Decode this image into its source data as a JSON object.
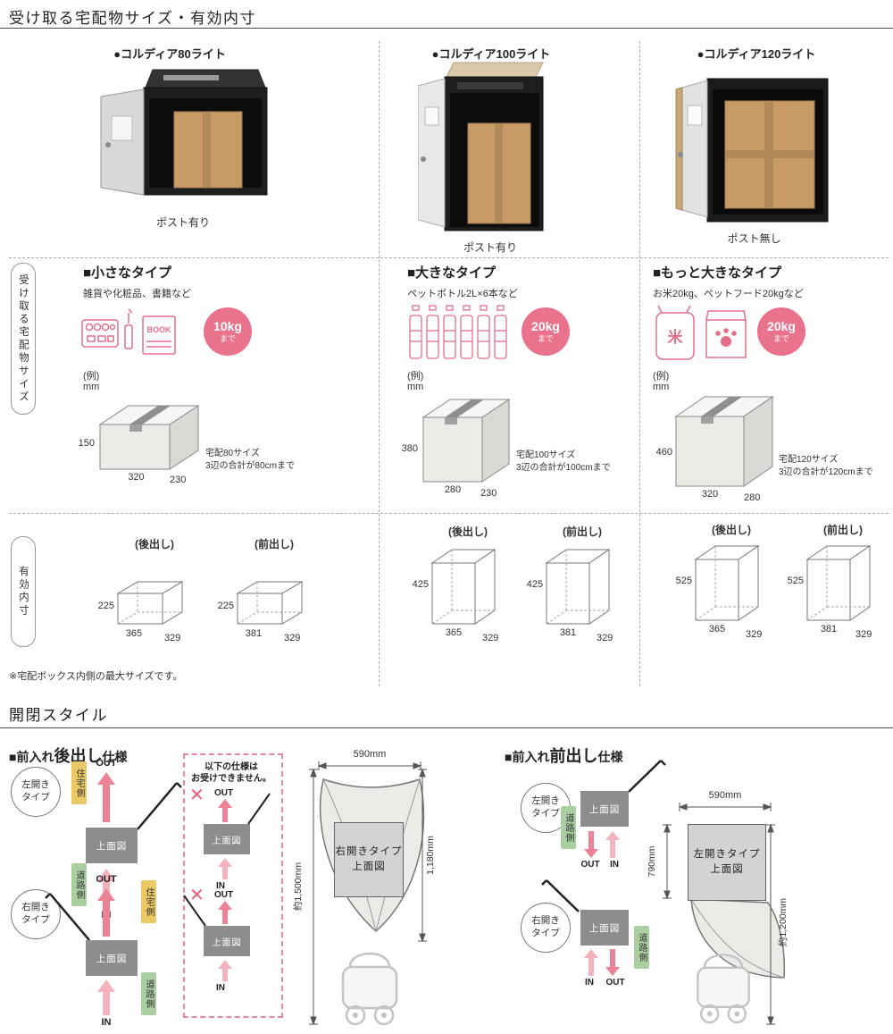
{
  "section1": {
    "title": "受け取る宅配物サイズ・有効内寸",
    "sidebar_size": "受け取る宅配物サイズ",
    "sidebar_inner": "有効内寸",
    "note": "※宅配ボックス内側の最大サイズです。"
  },
  "products": [
    {
      "name": "●コルディア80ライト",
      "post": "ポスト有り",
      "type_title": "■小さなタイプ",
      "type_desc": "雑貨や化粧品、書籍など",
      "weight": "10kg",
      "weight_sub": "まで",
      "example": "(例)",
      "unit": "mm",
      "book": "BOOK",
      "box": {
        "h": "150",
        "w": "320",
        "d": "230"
      },
      "size_name": "宅配80サイズ",
      "size_rule": "3辺の合計が80cmまで",
      "rear": {
        "label": "(後出し)",
        "h": "225",
        "w": "365",
        "d": "329"
      },
      "front": {
        "label": "(前出し)",
        "h": "225",
        "w": "381",
        "d": "329"
      }
    },
    {
      "name": "●コルディア100ライト",
      "post": "ポスト有り",
      "type_title": "■大きなタイプ",
      "type_desc": "ペットボトル2L×6本など",
      "weight": "20kg",
      "weight_sub": "まで",
      "example": "(例)",
      "unit": "mm",
      "box": {
        "h": "380",
        "w": "280",
        "d": "230"
      },
      "size_name": "宅配100サイズ",
      "size_rule": "3辺の合計が100cmまで",
      "rear": {
        "label": "(後出し)",
        "h": "425",
        "w": "365",
        "d": "329"
      },
      "front": {
        "label": "(前出し)",
        "h": "425",
        "w": "381",
        "d": "329"
      }
    },
    {
      "name": "●コルディア120ライト",
      "post": "ポスト無し",
      "type_title": "■もっと大きなタイプ",
      "type_desc": "お米20kg、ペットフード20kgなど",
      "weight": "20kg",
      "weight_sub": "まで",
      "example": "(例)",
      "unit": "mm",
      "rice": "米",
      "box": {
        "h": "460",
        "w": "320",
        "d": "280"
      },
      "size_name": "宅配120サイズ",
      "size_rule": "3辺の合計が120cmまで",
      "rear": {
        "label": "(後出し)",
        "h": "525",
        "w": "365",
        "d": "329"
      },
      "front": {
        "label": "(前出し)",
        "h": "525",
        "w": "381",
        "d": "329"
      }
    }
  ],
  "section2": {
    "title": "開閉スタイル",
    "labels": {
      "out": "OUT",
      "in": "IN",
      "top_view": "上面図",
      "house_side": "住宅側",
      "road_side": "道路側",
      "left_open": "左開き\nタイプ",
      "right_open": "右開き\nタイプ"
    },
    "rear_spec": {
      "title_prefix": "■前入れ",
      "title_em": "後出し",
      "title_suffix": "仕様",
      "ng_line1": "以下の仕様は",
      "ng_line2": "お受けできません。",
      "ng_mark": "✕",
      "swing": {
        "width": "590mm",
        "box_line1": "右開きタイプ",
        "box_line2": "上面図",
        "dim_left": "約1,500mm",
        "dim_right": "1,180mm"
      }
    },
    "front_spec": {
      "title_prefix": "■前入れ",
      "title_em": "前出し",
      "title_suffix": "仕様",
      "swing": {
        "width": "590mm",
        "box_line1": "左開きタイプ",
        "box_line2": "上面図",
        "dim_left": "790mm",
        "dim_right": "約1,200mm"
      }
    }
  }
}
